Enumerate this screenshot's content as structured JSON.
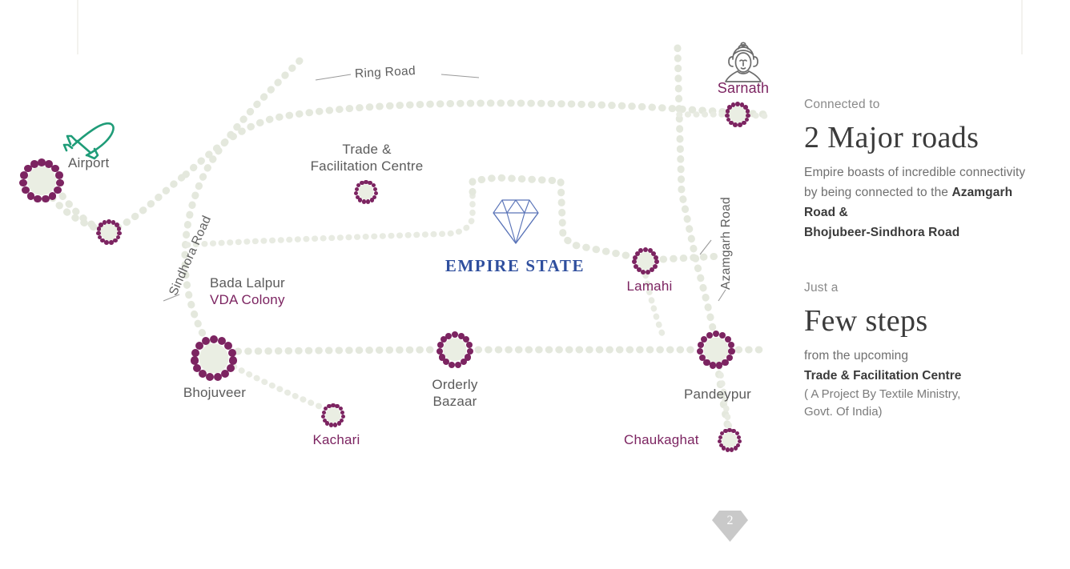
{
  "brand": {
    "name": "EMPIRE STATE",
    "logo_icon": "diamond-gem-icon",
    "accent_color": "#2f4f9e"
  },
  "map": {
    "title": "Location connectivity map",
    "marker_color": "#7c2461",
    "road_color": "#e6e9df",
    "roads": [
      {
        "name": "Ring Road",
        "label": "Ring Road"
      },
      {
        "name": "Sindhora Road",
        "label": "Sindhora Road"
      },
      {
        "name": "Azamgarh Road",
        "label": "Azamgarh Road"
      }
    ],
    "places": [
      {
        "id": "airport",
        "label": "Airport",
        "color": "gray",
        "icon": "airplane-icon"
      },
      {
        "id": "sarnath",
        "label": "Sarnath",
        "color": "purple",
        "icon": "buddha-icon"
      },
      {
        "id": "tfc",
        "label": "Trade &\nFacilitation Centre",
        "line1": "Trade &",
        "line2": "Facilitation Centre",
        "color": "gray"
      },
      {
        "id": "bada-lalpur",
        "line1": "Bada Lalpur",
        "line2": "VDA Colony",
        "color": "mixed"
      },
      {
        "id": "lamahi",
        "label": "Lamahi",
        "color": "purple"
      },
      {
        "id": "bhojuveer",
        "label": "Bhojuveer",
        "color": "gray"
      },
      {
        "id": "orderly-bazaar",
        "line1": "Orderly",
        "line2": "Bazaar",
        "color": "gray"
      },
      {
        "id": "pandeypur",
        "label": "Pandeypur",
        "color": "gray"
      },
      {
        "id": "kachari",
        "label": "Kachari",
        "color": "purple"
      },
      {
        "id": "chaukaghat",
        "label": "Chaukaghat",
        "color": "purple"
      }
    ]
  },
  "panel": {
    "block_one": {
      "eyebrow": "Connected to",
      "headline": "2 Major roads",
      "body_lead": "Empire boasts of incredible connectivity by being connected to the ",
      "body_strong_inline": "Azamgarh Road &",
      "body_strong_line2": "Bhojubeer-Sindhora Road"
    },
    "block_two": {
      "eyebrow": "Just a",
      "headline": "Few steps",
      "body_lead": "from the upcoming",
      "body_strong": "Trade & Facilitation Centre",
      "subnote_line1": "( A Project By Textile Ministry,",
      "subnote_line2": "Govt. Of India)"
    }
  },
  "footer": {
    "page_number": "2",
    "badge_icon": "diamond-badge-icon"
  }
}
